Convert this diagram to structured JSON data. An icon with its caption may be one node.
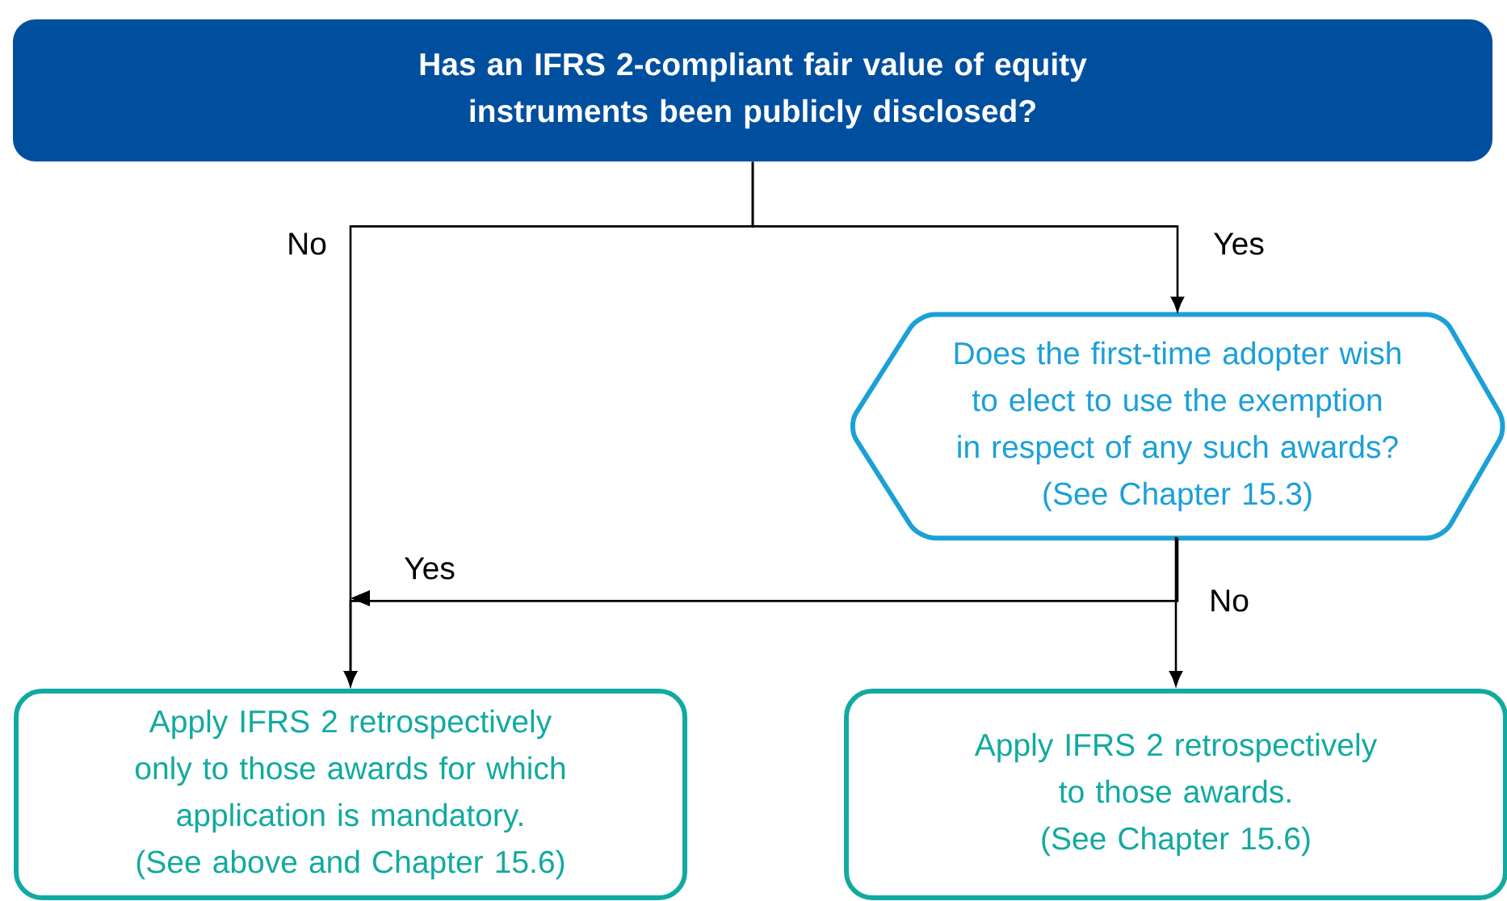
{
  "diagram": {
    "nodes": [
      {
        "text": [
          "Has an IFRS 2-compliant fair value of equity instruments been publicly disclosed?"
        ]
      },
      {
        "text": [
          "Does the first-time adopter wish to elect to use the exemption in respect of any such awards?",
          "(See Chapter 15.3)"
        ]
      },
      {
        "text": [
          "Apply IFRS 2 retrospectively only to those awards for which application is mandatory.",
          "(See above and Chapter 15.6)"
        ]
      },
      {
        "text": [
          "Apply IFRS 2 retrospectively to those awards.",
          "(See Chapter 15.6)"
        ]
      }
    ],
    "edges": [
      {
        "from": 0,
        "to": 2,
        "arrow": "to",
        "label": "No"
      },
      {
        "from": 0,
        "to": 1,
        "arrow": "to",
        "label": "Yes"
      },
      {
        "from": 1,
        "to": 2,
        "arrow": "to",
        "label": "Yes"
      },
      {
        "from": 1,
        "to": 3,
        "arrow": "to",
        "label": "No"
      }
    ]
  }
}
